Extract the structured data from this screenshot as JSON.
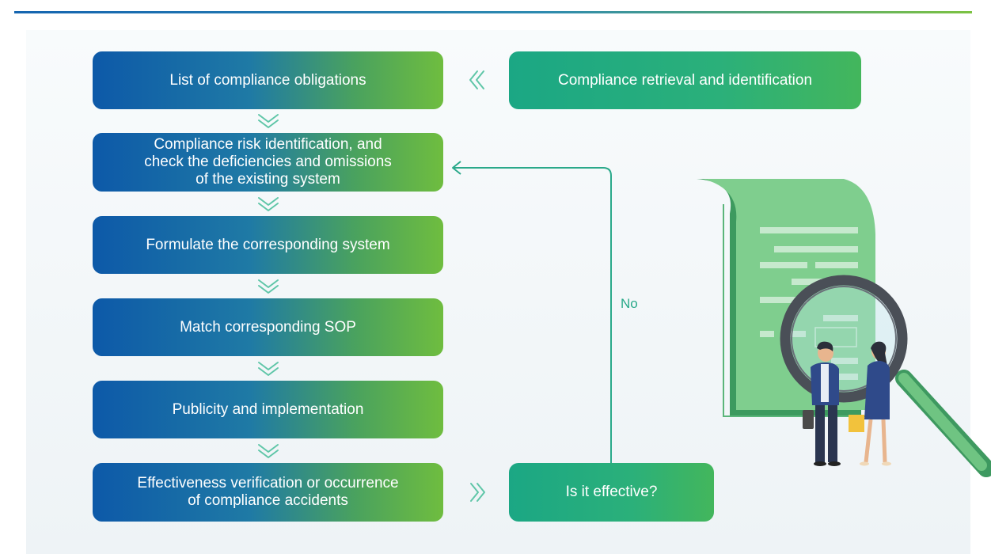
{
  "flow": {
    "steps": [
      {
        "label": "List of compliance obligations"
      },
      {
        "label": "Compliance risk identification, and\ncheck the deficiencies and omissions\nof the existing system"
      },
      {
        "label": "Formulate the corresponding system"
      },
      {
        "label": "Match corresponding SOP"
      },
      {
        "label": "Publicity and implementation"
      },
      {
        "label": "Effectiveness verification or occurrence\nof compliance accidents"
      }
    ],
    "retrieval_label": "Compliance retrieval and identification",
    "decision_label": "Is it effective?",
    "no_label": "No"
  },
  "illustration": {
    "icons": [
      "document-icon",
      "magnifier-icon",
      "businessman-icon",
      "businesswoman-icon"
    ]
  },
  "colors": {
    "step_start": "#0d59a8",
    "step_end": "#6fbd3f",
    "accent_green": "#2bb07a",
    "connector": "#2aa98a"
  }
}
